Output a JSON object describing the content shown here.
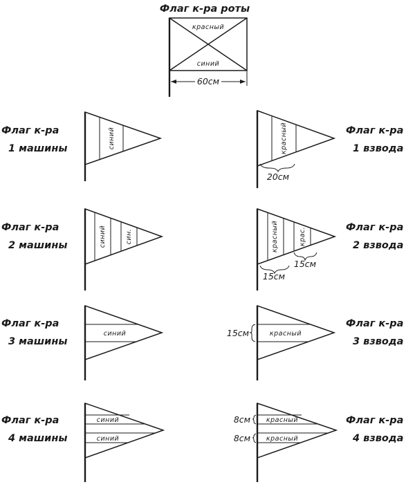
{
  "company_flag": {
    "title": "Флаг к-ра роты",
    "top_color": "красный",
    "bottom_color": "синий",
    "width": "60см"
  },
  "vehicle_flags": [
    {
      "line1": "Флаг к-ра",
      "line2": "1 машины",
      "stripes": [
        "синий"
      ]
    },
    {
      "line1": "Флаг к-ра",
      "line2": "2 машины",
      "stripes": [
        "синий",
        "син."
      ]
    },
    {
      "line1": "Флаг к-ра",
      "line2": "3 машины",
      "stripes": [
        "синий"
      ]
    },
    {
      "line1": "Флаг к-ра",
      "line2": "4 машины",
      "stripes": [
        "синий",
        "синий"
      ]
    }
  ],
  "platoon_flags": [
    {
      "line1": "Флаг к-ра",
      "line2": "1 взвода",
      "stripes": [
        "красный"
      ],
      "dims": [
        "20см"
      ]
    },
    {
      "line1": "Флаг к-ра",
      "line2": "2 взвода",
      "stripes": [
        "красный",
        "крас."
      ],
      "dims": [
        "15см",
        "15см"
      ]
    },
    {
      "line1": "Флаг к-ра",
      "line2": "3 взвода",
      "stripes": [
        "красный"
      ],
      "dims": [
        "15см"
      ]
    },
    {
      "line1": "Флаг к-ра",
      "line2": "4 взвода",
      "stripes": [
        "красный",
        "красный"
      ],
      "dims": [
        "8см",
        "8см"
      ]
    }
  ]
}
